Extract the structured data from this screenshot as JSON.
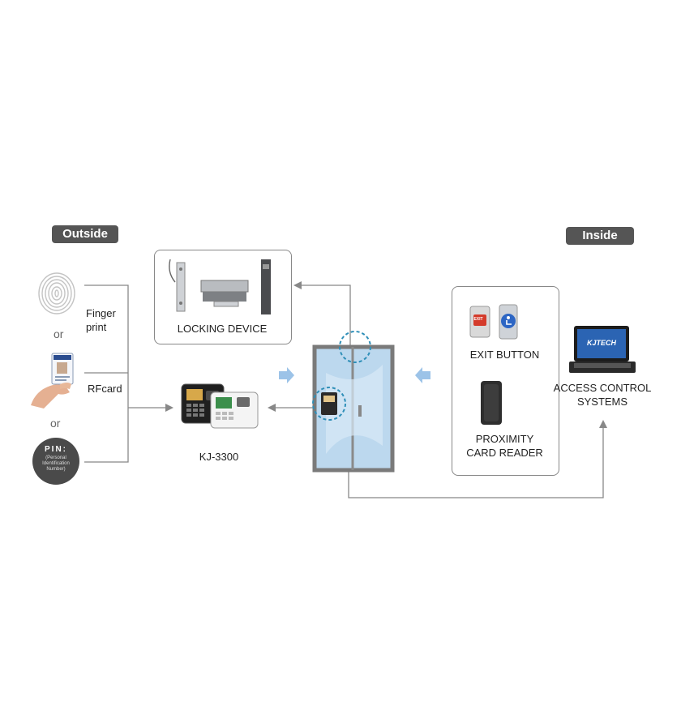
{
  "badges": {
    "outside": "Outside",
    "inside": "Inside"
  },
  "inputs": {
    "fingerprint": "Finger\nprint",
    "rfcard": "RFcard",
    "or1": "or",
    "or2": "or",
    "pin_title": "PIN:",
    "pin_sub": "(Personal Identification Number)"
  },
  "device_label": "KJ-3300",
  "locking_device": "LOCKING DEVICE",
  "exit_button": "EXIT BUTTON",
  "exit_sign": "EXIT",
  "proximity": "PROXIMITY\nCARD READER",
  "access_control": "ACCESS CONTROL\nSYSTEMS",
  "laptop_brand": "KJTECH",
  "colors": {
    "badge": "#555555",
    "arrow": "#888888",
    "blue_arrow": "#9cc3e8",
    "dashed_circle": "#2f8fb8",
    "glass": "#bcd8ee"
  }
}
